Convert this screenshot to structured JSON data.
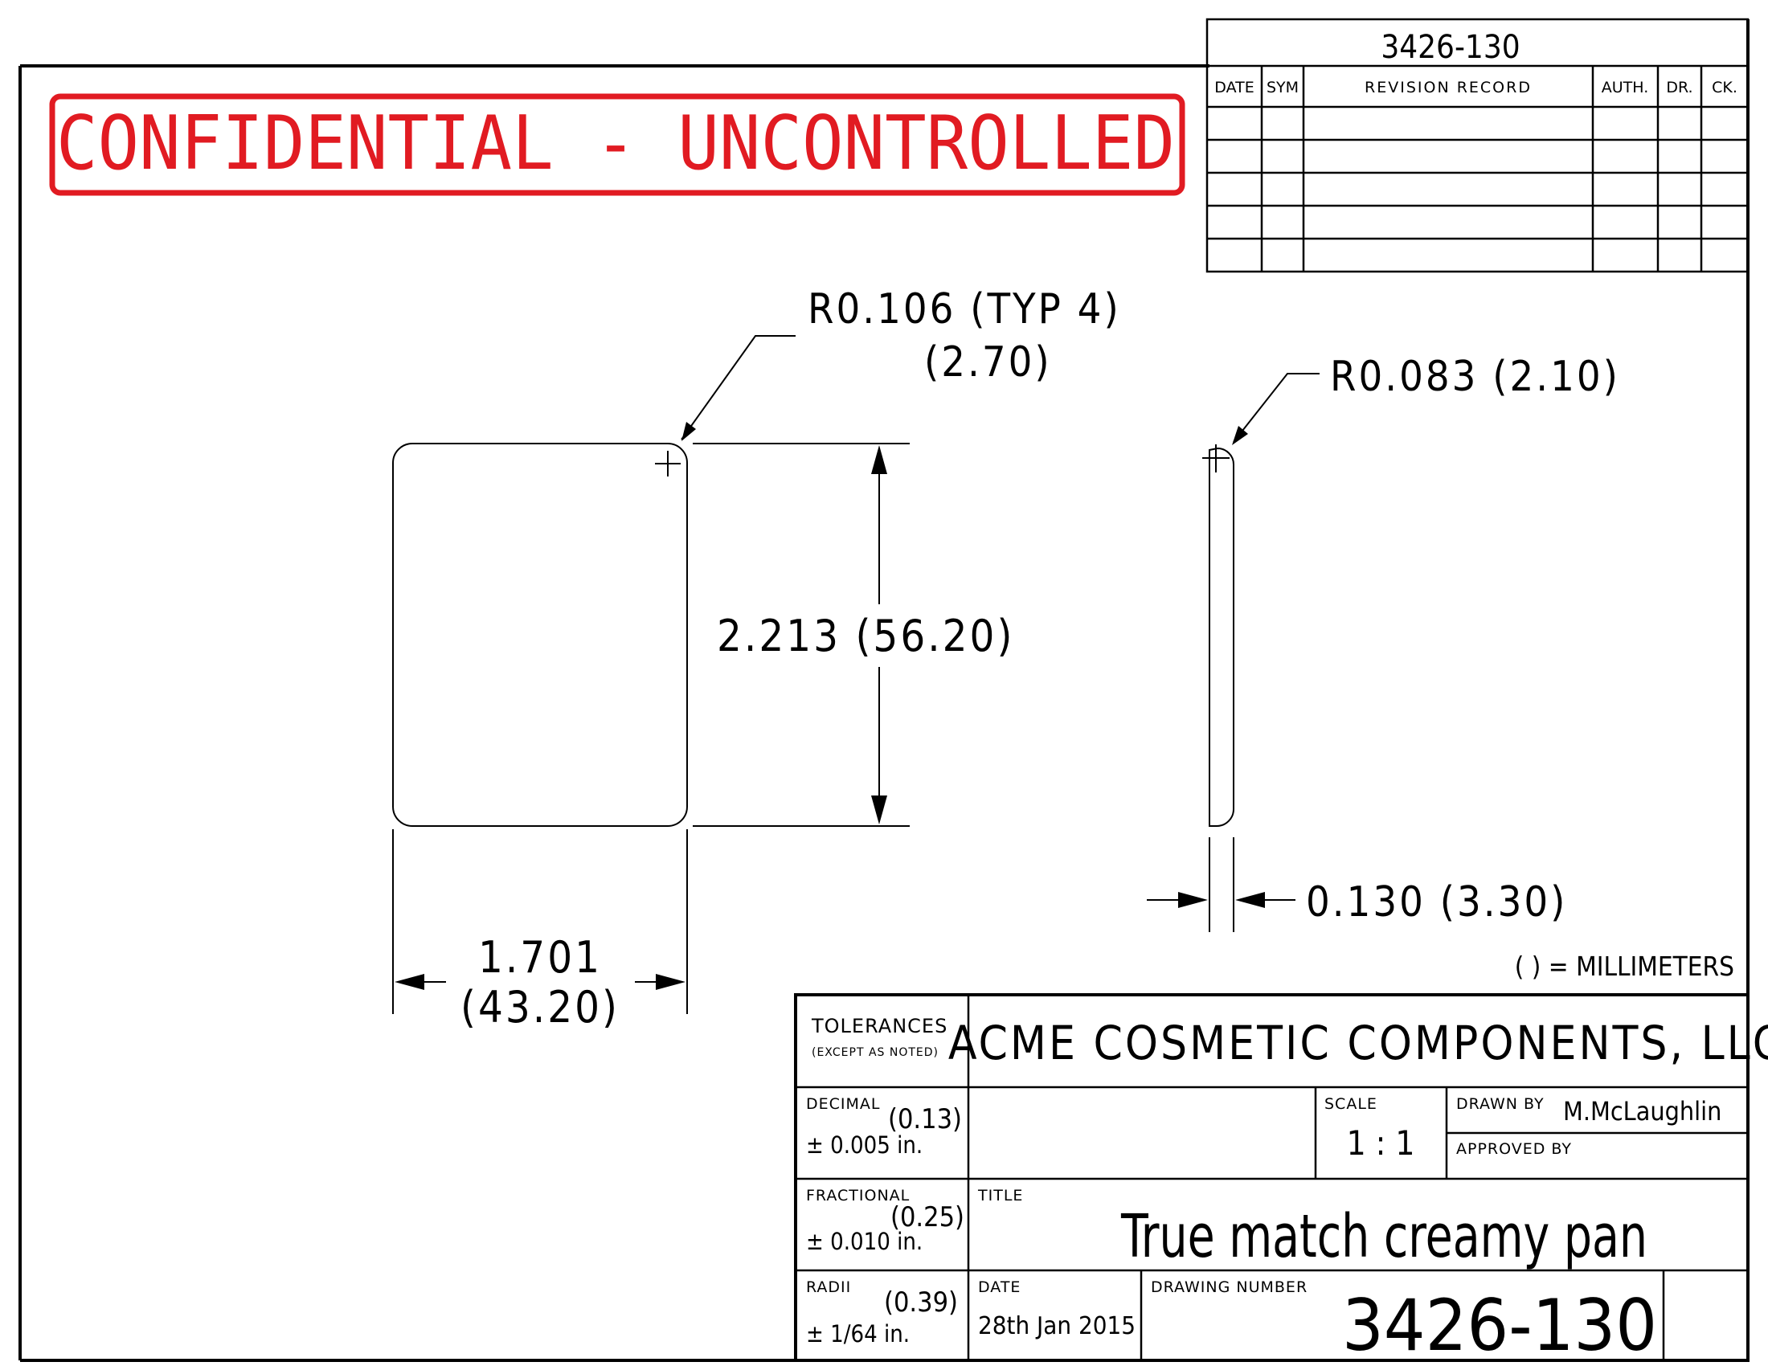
{
  "header": {
    "drawing_number_box": "3426-130",
    "confidential_stamp": "CONFIDENTIAL - UNCONTROLLED"
  },
  "revision_record": {
    "columns": [
      "DATE",
      "SYM",
      "REVISION RECORD",
      "AUTH.",
      "DR.",
      "CK."
    ],
    "rows": [
      [
        "",
        "",
        "",
        "",
        "",
        ""
      ],
      [
        "",
        "",
        "",
        "",
        "",
        ""
      ],
      [
        "",
        "",
        "",
        "",
        "",
        ""
      ],
      [
        "",
        "",
        "",
        "",
        "",
        ""
      ]
    ]
  },
  "dimensions": {
    "corner_radius": "R0.106 (TYP 4)",
    "corner_radius_mm": "(2.70)",
    "edge_radius": "R0.083 (2.10)",
    "height": "2.213 (56.20)",
    "width": "1.701",
    "width_mm": "(43.20)",
    "thickness": "0.130 (3.30)",
    "units_note": "( ) = MILLIMETERS"
  },
  "title_block": {
    "tolerances_label": "TOLERANCES",
    "tolerances_sub": "(EXCEPT AS NOTED)",
    "company": "ACME COSMETIC COMPONENTS, LLC",
    "decimal_label": "DECIMAL",
    "decimal_mm": "(0.13)",
    "decimal_value": "± 0.005 in.",
    "fractional_label": "FRACTIONAL",
    "fractional_mm": "(0.25)",
    "fractional_value": "± 0.010 in.",
    "radii_label": "RADII",
    "radii_mm": "(0.39)",
    "radii_value": "± 1/64 in.",
    "scale_label": "SCALE",
    "scale_value": "1 : 1",
    "drawn_by_label": "DRAWN BY",
    "drawn_by_value": "M.McLaughlin",
    "approved_by_label": "APPROVED BY",
    "title_label": "TITLE",
    "title_value": "True match creamy pan",
    "date_label": "DATE",
    "date_value": "28th Jan 2015",
    "drawing_number_label": "DRAWING NUMBER",
    "drawing_number_value": "3426-130"
  }
}
